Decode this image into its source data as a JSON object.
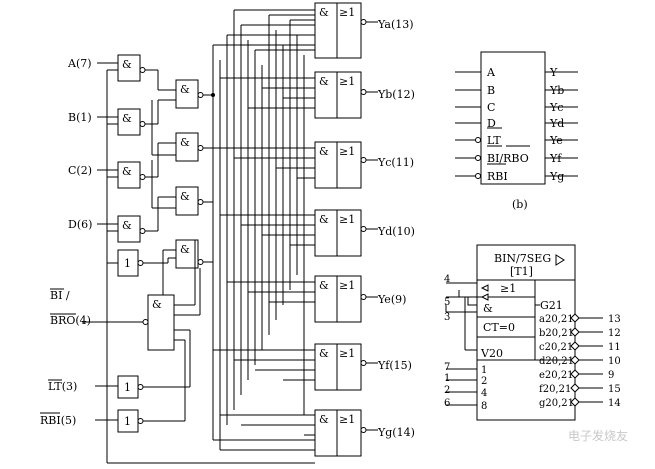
{
  "part_a": {
    "inputs": {
      "a": "A(7)",
      "b": "B(1)",
      "c": "C(2)",
      "d": "D(6)",
      "bi_line1": "BI /",
      "bi_line2": "BRO(4)",
      "lt": "LT(3)",
      "rbi": "RBI(5)"
    },
    "gate_symbols": {
      "and": "&",
      "or": "≥1",
      "buffer": "1"
    },
    "outputs": [
      "Ya(13)",
      "Yb(12)",
      "Yc(11)",
      "Yd(10)",
      "Ye(9)",
      "Yf(15)",
      "Yg(14)"
    ]
  },
  "part_b": {
    "inputs": [
      "A",
      "B",
      "C",
      "D",
      "LT",
      "BI/RBO",
      "RBI"
    ],
    "outputs": [
      "Y",
      "Yb",
      "Yc",
      "Yd",
      "Ye",
      "Yf",
      "Yg"
    ],
    "caption": "(b)"
  },
  "part_c": {
    "title": "BIN/7SEG",
    "ref": "[T1]",
    "pin_numbers_left": [
      "4",
      "5",
      "3",
      "7",
      "1",
      "2",
      "6"
    ],
    "or_block": "≥1",
    "and_block": "&",
    "g21": "G21",
    "ct": "CT=0",
    "v20": "V20",
    "weights": [
      "1",
      "2",
      "4",
      "8"
    ],
    "outputs": [
      "a20,21",
      "b20,21",
      "c20,21",
      "d20,21",
      "e20,21",
      "f20,21",
      "g20,21"
    ],
    "pin_numbers_right": [
      "13",
      "12",
      "11",
      "10",
      "9",
      "15",
      "14"
    ]
  },
  "watermark": "电子发烧友"
}
